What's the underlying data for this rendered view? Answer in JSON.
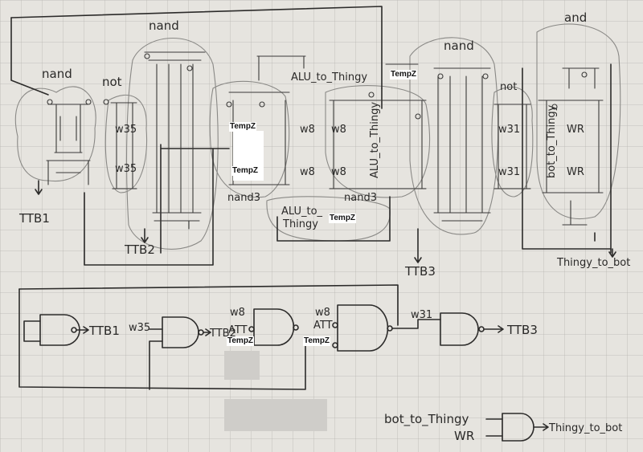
{
  "labels": {
    "nand_1": "nand",
    "not_1": "not",
    "nand_2": "nand",
    "nand_3": "nand",
    "not_2": "not",
    "and_1": "and",
    "w35_a": "w35",
    "w35_b": "w35",
    "w8_a": "w8",
    "w8_b": "w8",
    "w8_c": "w8",
    "w8_d": "w8",
    "w31_a": "w31",
    "w31_b": "w31",
    "wr_a": "WR",
    "wr_b": "WR",
    "ttb1": "TTB1",
    "ttb2": "TTB2",
    "ttb3": "TTB3",
    "nand3_a": "nand3",
    "nand3_b": "nand3",
    "alu_top": "ALU_to_Thingy",
    "alu_vert": "ALU_to_Thingy",
    "alu_bottom_1": "ALU_to_",
    "alu_bottom_2": "Thingy",
    "bot_vert": "bot_to_Thingy",
    "thingy_to_bot": "Thingy_to_bot",
    "tempz_top": "TempZ",
    "tempz_1": "TempZ",
    "tempz_2": "TempZ",
    "tempz_3": "TempZ",
    "tempz_4": "TempZ",
    "tempz_5": "TempZ"
  },
  "gates_row": {
    "ttb1": "TTB1",
    "w35": "w35",
    "ttb2": "TTB2",
    "w8_1": "w8",
    "att_1": "ATT",
    "tempz_1": "TempZ",
    "w8_2": "w8",
    "att_2": "ATT",
    "tempz_2": "TempZ",
    "w31": "w31",
    "ttb3": "TTB3"
  },
  "and_gate": {
    "in_1": "bot_to_Thingy",
    "in_2": "WR",
    "out": "Thingy_to_bot"
  }
}
